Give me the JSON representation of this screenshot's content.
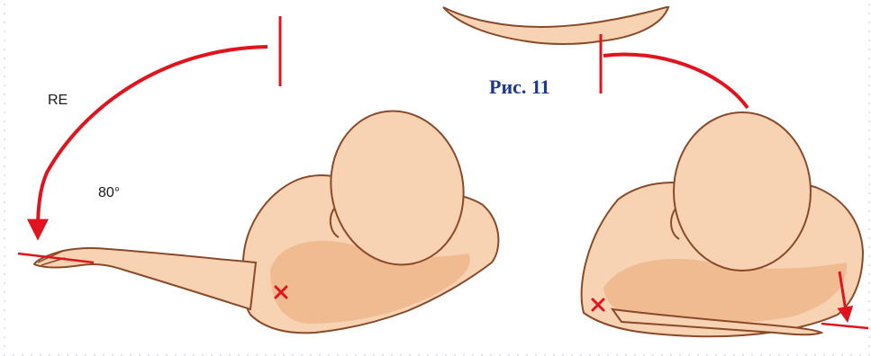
{
  "figure": {
    "caption": "Рис. 11",
    "rotation_label": "RE",
    "angle_label": "80°",
    "colors": {
      "arrow": "#e0141e",
      "skin": "#f7d3b3",
      "skin_shadow": "#eeb386",
      "outline": "#8a4a2a",
      "caption": "#1f3a8a"
    },
    "icons": {
      "marker": "x-mark-icon"
    }
  }
}
